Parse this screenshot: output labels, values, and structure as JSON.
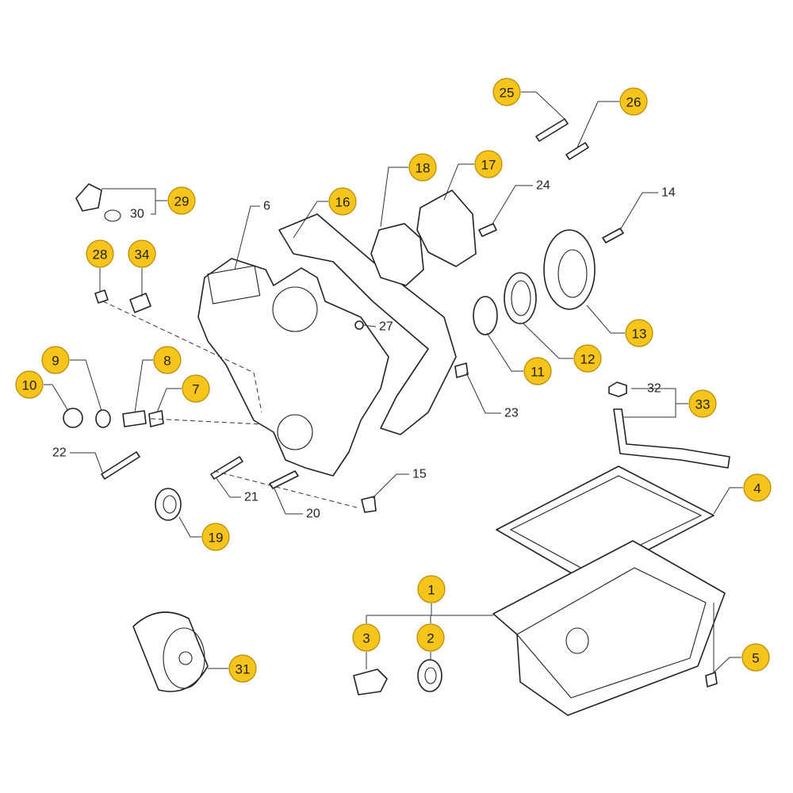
{
  "colors": {
    "callout_fill": "#f6c41a",
    "callout_stroke": "#b58a00",
    "line": "#333333"
  },
  "callouts": [
    "1",
    "2",
    "3",
    "4",
    "5",
    "7",
    "8",
    "9",
    "10",
    "11",
    "12",
    "13",
    "16",
    "17",
    "18",
    "19",
    "25",
    "26",
    "28",
    "29",
    "31",
    "33",
    "34"
  ],
  "labels": [
    "6",
    "14",
    "15",
    "20",
    "21",
    "22",
    "23",
    "24",
    "27",
    "30",
    "32"
  ]
}
